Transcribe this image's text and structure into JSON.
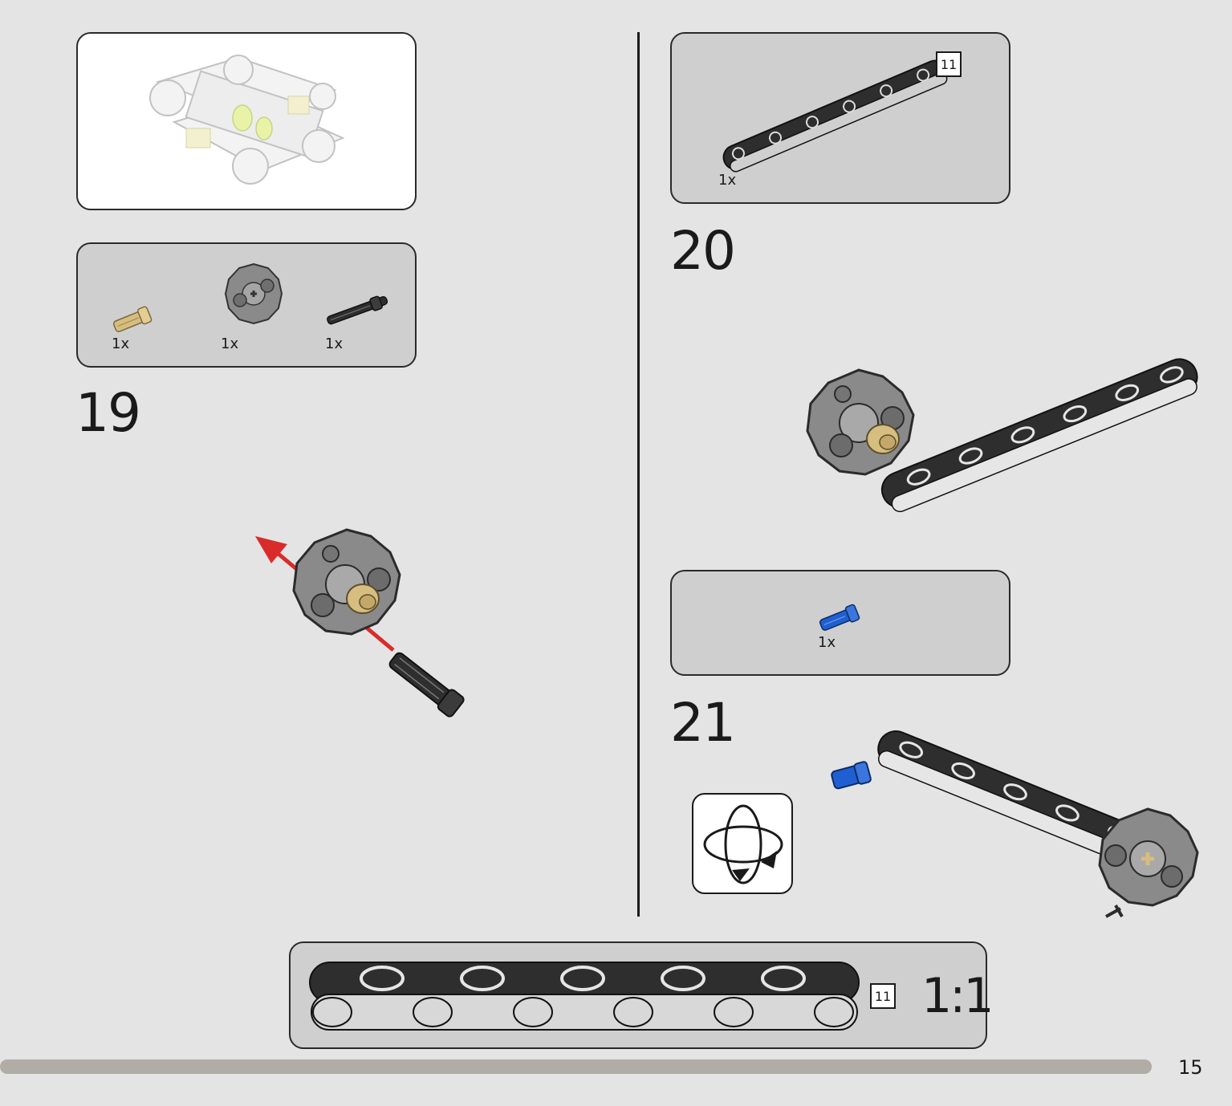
{
  "steps": [
    {
      "number": "19",
      "parts": [
        {
          "qty": "1x",
          "icon": "tan-pin-icon"
        },
        {
          "qty": "1x",
          "icon": "grey-hub-icon"
        },
        {
          "qty": "1x",
          "icon": "black-axle-icon"
        }
      ]
    },
    {
      "number": "20",
      "parts": [
        {
          "qty": "1x",
          "icon": "black-beam-icon",
          "length": "11"
        }
      ]
    },
    {
      "number": "21",
      "parts": [
        {
          "qty": "1x",
          "icon": "blue-pin-icon"
        }
      ]
    }
  ],
  "scale_ref": {
    "length": "11",
    "ratio": "1:1"
  },
  "page": {
    "number": "15"
  },
  "colors": {
    "background": "#e4e4e4",
    "panel": "#cfcfcf",
    "beam": "#2e2e2e",
    "hub": "#8a8a8a",
    "tan": "#d6bd80",
    "blue": "#1f5fd1",
    "arrow": "#d92b2b",
    "progress": "#b1aca6"
  }
}
